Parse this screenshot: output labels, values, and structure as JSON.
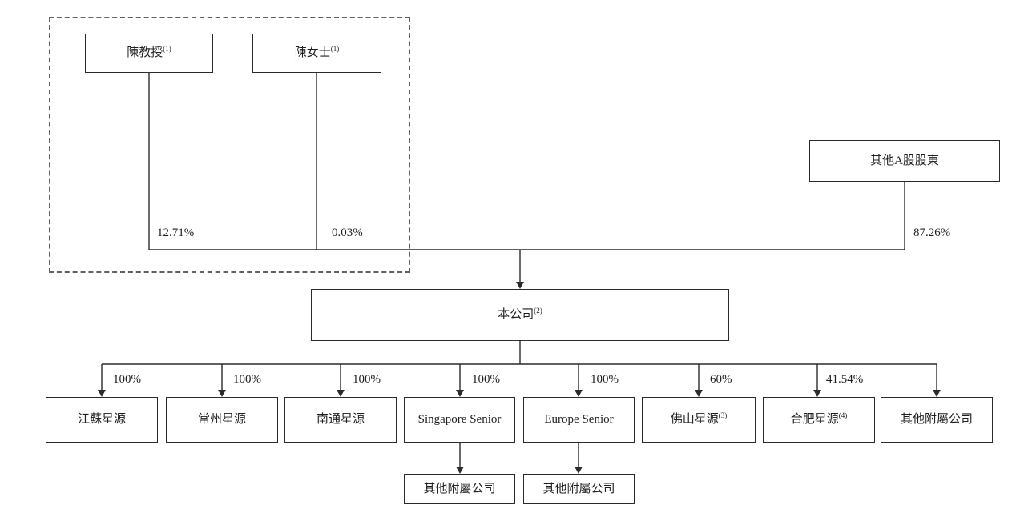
{
  "chart_data": {
    "type": "org-structure-diagram",
    "shareholders": {
      "professor_chen": {
        "label": "陳教授",
        "note": "(1)",
        "ownership": "12.71%"
      },
      "ms_chen": {
        "label": "陳女士",
        "note": "(1)",
        "ownership": "0.03%"
      },
      "other_a_shareholders": {
        "label": "其他A股股東",
        "ownership": "87.26%"
      }
    },
    "company": {
      "label": "本公司",
      "note": "(2)"
    },
    "subsidiaries": [
      {
        "label": "江蘇星源",
        "ownership": "100%"
      },
      {
        "label": "常州星源",
        "ownership": "100%"
      },
      {
        "label": "南通星源",
        "ownership": "100%"
      },
      {
        "label": "Singapore Senior",
        "ownership": "100%"
      },
      {
        "label": "Europe Senior",
        "ownership": "100%"
      },
      {
        "label": "佛山星源",
        "note": "(3)",
        "ownership": "60%"
      },
      {
        "label": "合肥星源",
        "note": "(4)",
        "ownership": "41.54%"
      },
      {
        "label": "其他附屬公司"
      }
    ],
    "second_level_subsidiaries": [
      {
        "label": "其他附屬公司"
      },
      {
        "label": "其他附屬公司"
      }
    ],
    "colors": {
      "line": "#2b2b2b",
      "dashed_border": "#616161",
      "background": "#ffffff"
    }
  }
}
